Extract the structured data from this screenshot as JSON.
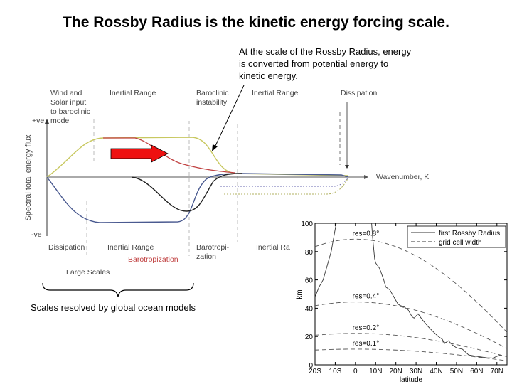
{
  "title": "The Rossby Radius is the kinetic energy forcing scale.",
  "annotation": [
    "At the scale of the Rossby Radius, energy",
    "is converted from potential energy to",
    "kinetic energy."
  ],
  "diagram": {
    "top_labels": {
      "wind": [
        "Wind and",
        "Solar input",
        "to baroclinic",
        "mode"
      ],
      "inertial1": "Inertial Range",
      "baroclinic": [
        "Baroclinic",
        "instability"
      ],
      "inertial2": "Inertial Range",
      "dissipation": "Dissipation"
    },
    "bottom_labels": {
      "dissipation": "Dissipation",
      "inertial1": "Inertial Range",
      "barotropization_red": "Barotropization",
      "barotropization": [
        "Barotropi-",
        "zation"
      ],
      "inertial2": "Inertial Ra",
      "large_scales": "Large Scales"
    },
    "plus": "+ve",
    "minus": "-ve",
    "ylabel": "Spectral total energy flux",
    "xlabel": "Wavenumber, K",
    "colors": {
      "arrow": "#ee1111",
      "red_curve": "#c04040",
      "yellow_curve": "#c8c860",
      "blue_curve": "#4a5a90",
      "black_curve": "#222222"
    }
  },
  "brace_label": "Scales resolved by global ocean models",
  "chart_data": {
    "type": "line",
    "xlabel": "latitude",
    "ylabel": "km",
    "xlim": [
      -20,
      75
    ],
    "ylim": [
      0,
      100
    ],
    "xticks": [
      -20,
      -10,
      0,
      10,
      20,
      30,
      40,
      50,
      60,
      70
    ],
    "xtick_labels": [
      "20S",
      "10S",
      "0",
      "10N",
      "20N",
      "30N",
      "40N",
      "50N",
      "60N",
      "70N"
    ],
    "yticks": [
      0,
      20,
      40,
      60,
      80,
      100
    ],
    "ytick_labels": [
      "0",
      "20",
      "40",
      "60",
      "80",
      "100"
    ],
    "legend": {
      "placement": "top-right",
      "entries": [
        "first Rossby Radius",
        "grid cell width"
      ]
    },
    "series": [
      {
        "name": "first Rossby Radius",
        "style": "solid",
        "segments": [
          [
            [
              -20,
              48
            ],
            [
              -18,
              55
            ],
            [
              -16,
              60
            ],
            [
              -14,
              70
            ],
            [
              -12,
              80
            ],
            [
              -10.5,
              92
            ],
            [
              -9.5,
              100
            ]
          ],
          [
            [
              8,
              100
            ],
            [
              8.5,
              90
            ],
            [
              9.5,
              75
            ],
            [
              10,
              72
            ],
            [
              12,
              68
            ],
            [
              14,
              60
            ],
            [
              15,
              55
            ],
            [
              17,
              53
            ],
            [
              19,
              48
            ],
            [
              21,
              43
            ],
            [
              22,
              42
            ],
            [
              24,
              41
            ],
            [
              26,
              39
            ],
            [
              28,
              34
            ],
            [
              29,
              33
            ],
            [
              31,
              36
            ],
            [
              33,
              32
            ],
            [
              36,
              27
            ],
            [
              38,
              24
            ],
            [
              41,
              20
            ],
            [
              43,
              18
            ],
            [
              44,
              15
            ],
            [
              46,
              17
            ],
            [
              48,
              14
            ],
            [
              50,
              12
            ],
            [
              53,
              11
            ],
            [
              56,
              7
            ],
            [
              60,
              6
            ],
            [
              65,
              5
            ],
            [
              68,
              4.8
            ],
            [
              70,
              6
            ],
            [
              72,
              7
            ]
          ]
        ]
      },
      {
        "name": "grid cell width res=0.8",
        "style": "dashed",
        "res": 0.8,
        "label": "res=0.8°"
      },
      {
        "name": "grid cell width res=0.4",
        "style": "dashed",
        "res": 0.4,
        "label": "res=0.4°"
      },
      {
        "name": "grid cell width res=0.2",
        "style": "dashed",
        "res": 0.2,
        "label": "res=0.2°"
      },
      {
        "name": "grid cell width res=0.1",
        "style": "dashed",
        "res": 0.1,
        "label": "res=0.1°"
      }
    ]
  }
}
